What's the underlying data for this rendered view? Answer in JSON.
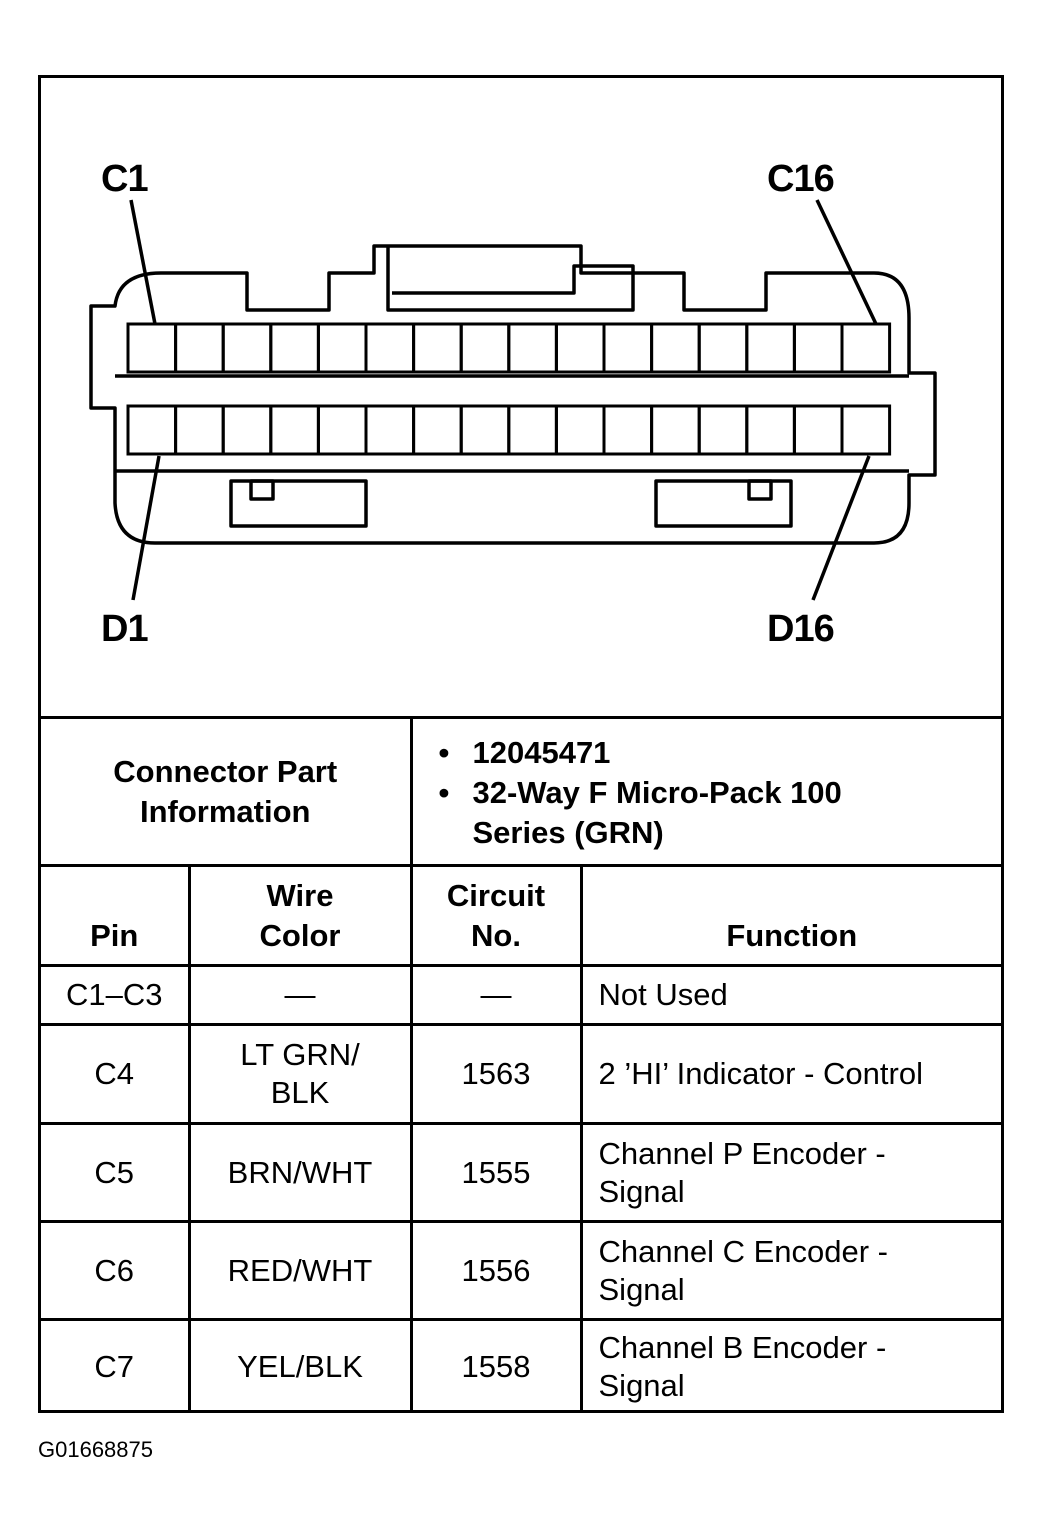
{
  "pin_labels": {
    "c_first": "C1",
    "c_last": "C16",
    "d_first": "D1",
    "d_last": "D16"
  },
  "connector_info": {
    "label": "Connector Part Information",
    "items": [
      "12045471",
      "32-Way F Micro-Pack 100 Series (GRN)"
    ]
  },
  "table": {
    "headers": {
      "pin": "Pin",
      "wire_color": "Wire Color",
      "circuit_no": "Circuit No.",
      "function": "Function"
    },
    "rows": [
      {
        "pin": "C1–C3",
        "wire_color": "—",
        "circuit_no": "—",
        "function": "Not Used"
      },
      {
        "pin": "C4",
        "wire_color": "LT GRN/ BLK",
        "circuit_no": "1563",
        "function": "2 ’HI’ Indicator - Control"
      },
      {
        "pin": "C5",
        "wire_color": "BRN/WHT",
        "circuit_no": "1555",
        "function": "Channel P Encoder - Signal"
      },
      {
        "pin": "C6",
        "wire_color": "RED/WHT",
        "circuit_no": "1556",
        "function": "Channel C Encoder - Signal"
      },
      {
        "pin": "C7",
        "wire_color": "YEL/BLK",
        "circuit_no": "1558",
        "function": "Channel B Encoder - Signal"
      }
    ]
  },
  "figure_id": "G01668875"
}
